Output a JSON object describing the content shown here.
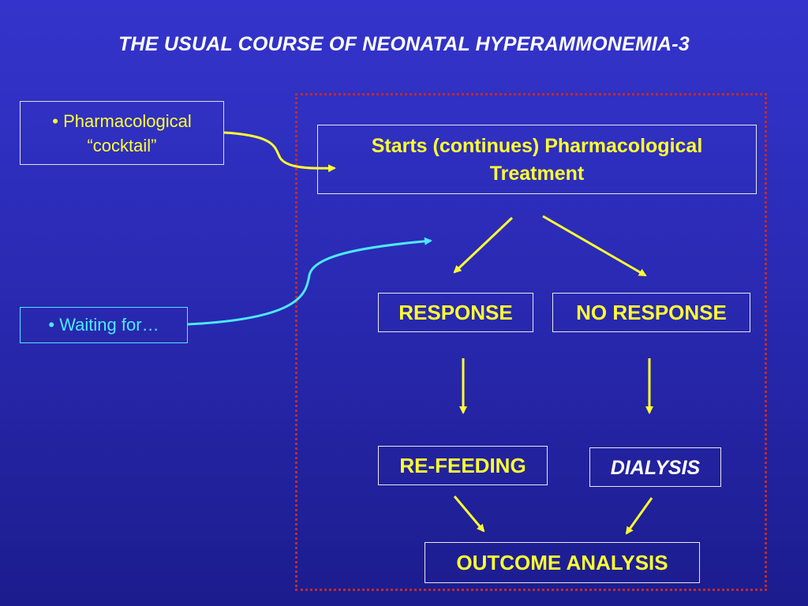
{
  "title": "THE USUAL COURSE OF NEONATAL HYPERAMMONEMIA-3",
  "side_notes": {
    "cocktail_line1": "• Pharmacological",
    "cocktail_line2": "“cocktail”",
    "waiting": "• Waiting for…"
  },
  "flow": {
    "start_line1": "Starts (continues) Pharmacological",
    "start_line2": "Treatment",
    "response": "RESPONSE",
    "no_response": "NO RESPONSE",
    "refeeding": "RE-FEEDING",
    "dialysis": "DIALYSIS",
    "outcome": "OUTCOME ANALYSIS"
  },
  "colors": {
    "background": "#2e2ebf",
    "title": "#ffffff",
    "box_text": "#ffff33",
    "dialysis_text": "#ffffff",
    "waiting_text": "#4ee8ff",
    "frame_border": "#c22a2a",
    "arrow_yellow": "#ffff33",
    "arrow_cyan": "#4ee8ff"
  }
}
